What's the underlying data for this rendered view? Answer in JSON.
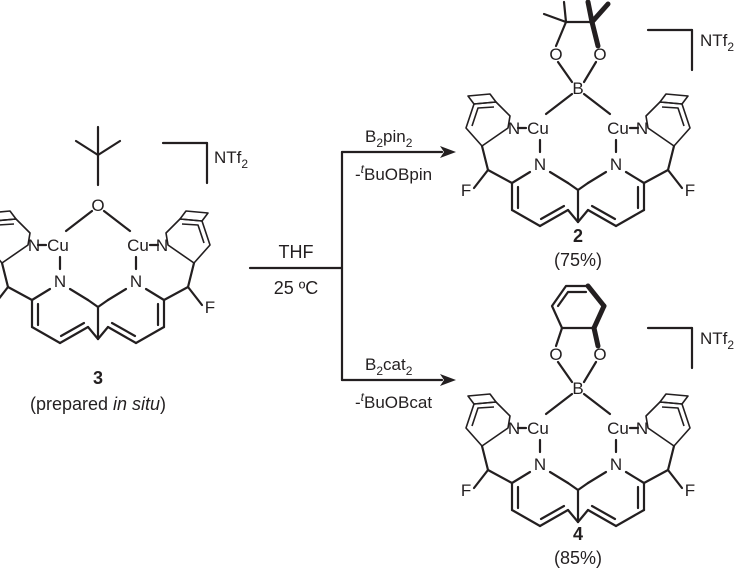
{
  "colors": {
    "ink": "#231f20",
    "nitrogen": "#1d3a9a"
  },
  "atoms": {
    "copper": "Cu",
    "nitrogen": "N",
    "oxygen": "O",
    "boron": "B",
    "fluorine": "F"
  },
  "counter_anion": {
    "base": "NTf",
    "sub": "2"
  },
  "reagents": {
    "top": {
      "base": "B",
      "sub": "2",
      "rest": "pin",
      "rest_sub": "2"
    },
    "top_byproduct": {
      "prefix": "-",
      "sup": "t",
      "rest": "BuOBpin"
    },
    "bottom": {
      "base": "B",
      "sub": "2",
      "rest": "cat",
      "rest_sub": "2"
    },
    "bottom_byproduct": {
      "prefix": "-",
      "sup": "t",
      "rest": "BuOBcat"
    }
  },
  "conditions": {
    "solvent": "THF",
    "temperature": "25 ºC"
  },
  "compounds": {
    "starting": {
      "number": "3",
      "note_pre": "(prepared ",
      "note_it": "in situ",
      "note_post": ")"
    },
    "top_product": {
      "number": "2",
      "yield": "(75%)"
    },
    "bottom_product": {
      "number": "4",
      "yield": "(85%)"
    }
  }
}
